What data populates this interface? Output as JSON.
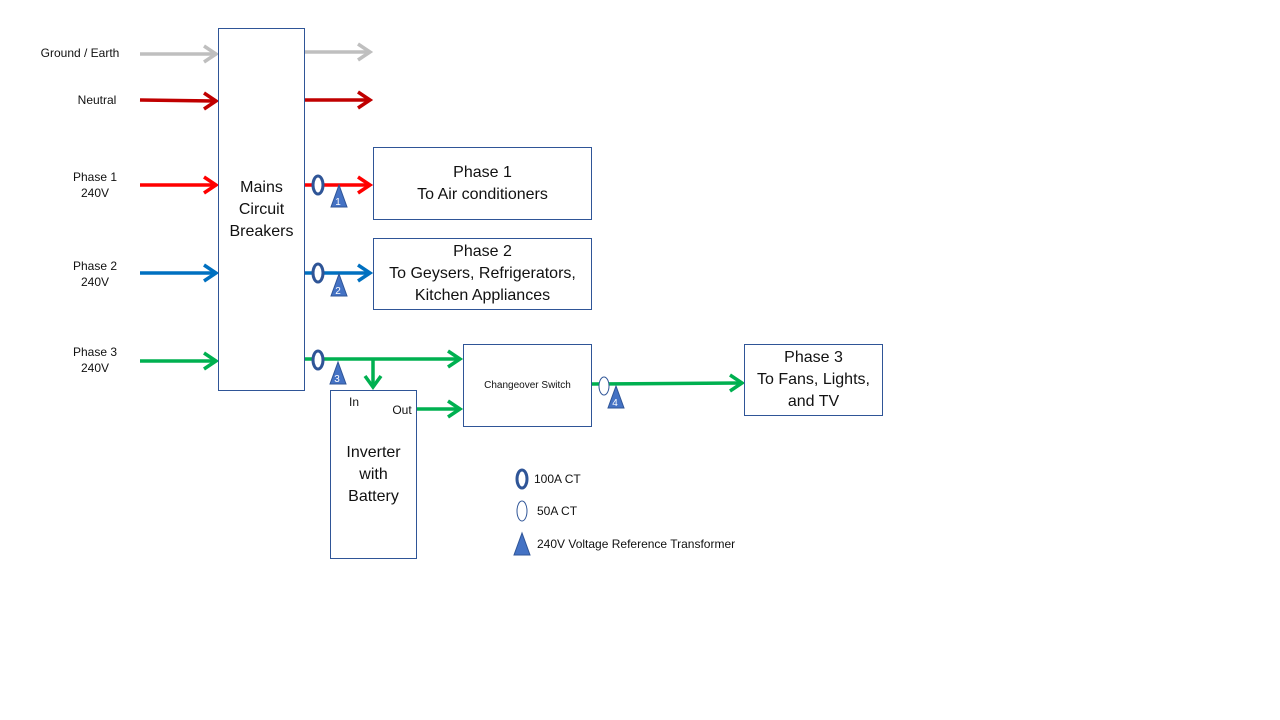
{
  "inputs": {
    "ground": {
      "label": "Ground / Earth"
    },
    "neutral": {
      "label": "Neutral"
    },
    "phase1": {
      "label": "Phase 1",
      "voltage": "240V"
    },
    "phase2": {
      "label": "Phase 2",
      "voltage": "240V"
    },
    "phase3": {
      "label": "Phase 3",
      "voltage": "240V"
    }
  },
  "mains": {
    "line1": "Mains",
    "line2": "Circuit",
    "line3": "Breakers"
  },
  "loads": {
    "phase1": {
      "title": "Phase 1",
      "line1": "To Air conditioners"
    },
    "phase2": {
      "title": "Phase 2",
      "line1": "To Geysers, Refrigerators,",
      "line2": "Kitchen Appliances"
    },
    "phase3": {
      "title": "Phase 3",
      "line1": "To Fans, Lights,",
      "line2": "and TV"
    }
  },
  "changeover": {
    "label": "Changeover Switch"
  },
  "inverter": {
    "line1": "Inverter",
    "line2": "with",
    "line3": "Battery",
    "in_label": "In",
    "out_label": "Out"
  },
  "markers": [
    "1",
    "2",
    "3",
    "4"
  ],
  "legend": {
    "ct100": "100A  CT",
    "ct50": "50A  CT",
    "vrt": "240V Voltage Reference Transformer"
  },
  "colors": {
    "ground": "#bfbfbf",
    "neutral": "#c00000",
    "phase1": "#ff0000",
    "phase2": "#0070c0",
    "phase3": "#00b050",
    "ct": "#2f5597",
    "vrt": "#4472c4"
  }
}
